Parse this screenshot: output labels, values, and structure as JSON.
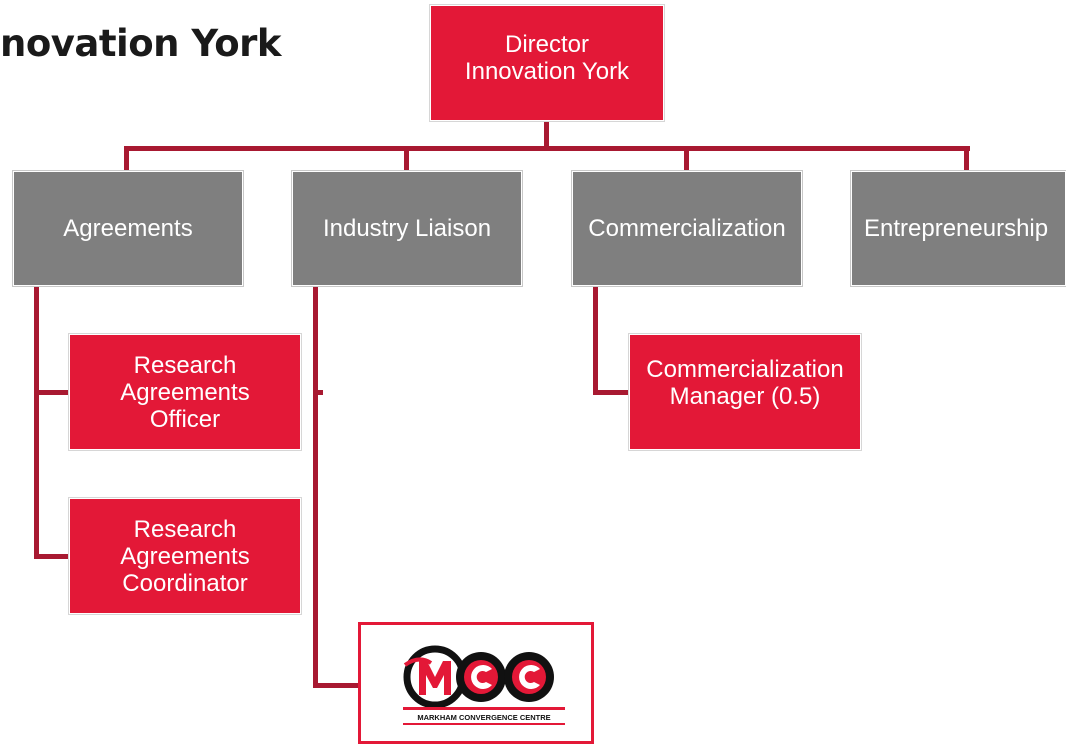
{
  "title": "novation York",
  "director": {
    "label": "Director Innovation York"
  },
  "departments": [
    {
      "label": "Agreements"
    },
    {
      "label": "Industry Liaison"
    },
    {
      "label": "Commercialization"
    },
    {
      "label": "Entrepreneurship"
    }
  ],
  "agreements_staff": [
    {
      "label": "Research Agreements Officer"
    },
    {
      "label": "Research Agreements Coordinator"
    }
  ],
  "commercialization_staff": [
    {
      "label": "Commercialization Manager (0.5)"
    }
  ],
  "industry_liaison_partner": {
    "logo_letters": "MCC",
    "logo_caption": "MARKHAM CONVERGENCE CENTRE"
  },
  "colors": {
    "red": "#e31837",
    "gray": "#7f7f7f",
    "connector": "#a81931"
  }
}
